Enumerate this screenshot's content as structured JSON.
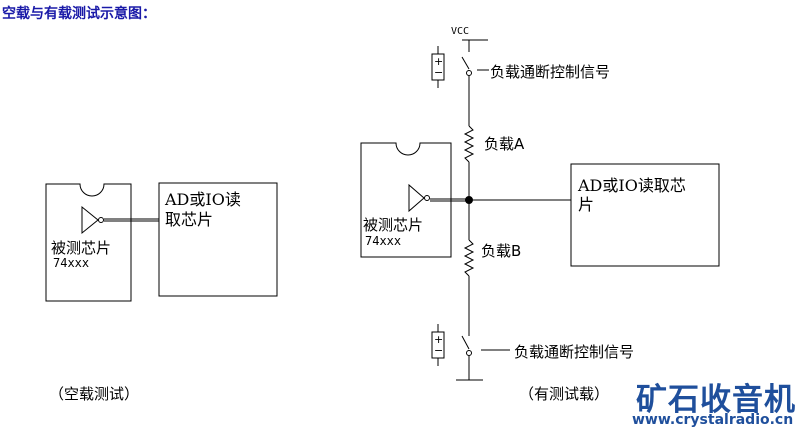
{
  "title": "空载与有载测试示意图：",
  "left_circuit": {
    "chip_label": "被测芯片",
    "chip_part": "74xxx",
    "reader_box_label_line1": "AD或IO读",
    "reader_box_label_line2": "取芯片",
    "caption": "（空载测试）"
  },
  "right_circuit": {
    "vcc_label": "VCC",
    "switch_top_label": "负载通断控制信号",
    "load_a_label": "负载A",
    "load_b_label": "负载B",
    "switch_bottom_label": "负载通断控制信号",
    "chip_label": "被测芯片",
    "chip_part": "74xxx",
    "reader_box_label_line1": "AD或IO读取芯",
    "reader_box_label_line2": "片",
    "caption": "（有测试载）",
    "battery_plus": "+",
    "battery_minus": "−"
  },
  "watermark": {
    "name": "矿石收音机",
    "url": "www.crystalradio.cn"
  },
  "colors": {
    "title": "#1a1aa8",
    "watermark": "#1f4f9c",
    "line": "#000000"
  }
}
